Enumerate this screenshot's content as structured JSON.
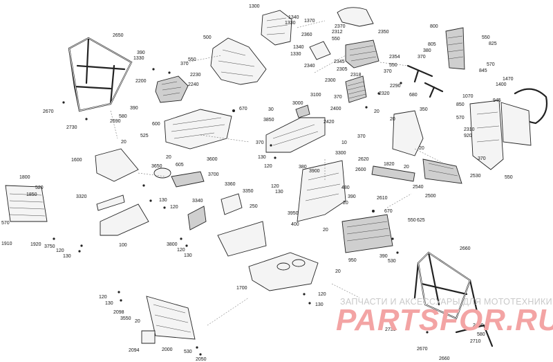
{
  "watermark": {
    "line1": "ЗАПЧАСТИ И АКСЕССУАРЫ ДЛЯ МОТОТЕХНИКИ",
    "line2": "PARTSFOR.RU"
  },
  "callouts": [
    {
      "id": "c1300a",
      "text": "1300"
    },
    {
      "id": "c1340a",
      "text": "1340"
    },
    {
      "id": "c1330a",
      "text": "1330"
    },
    {
      "id": "c1370",
      "text": "1370"
    },
    {
      "id": "c2350",
      "text": "2350"
    },
    {
      "id": "c1340b",
      "text": "1340"
    },
    {
      "id": "c1330b",
      "text": "1330"
    },
    {
      "id": "c500",
      "text": "500"
    },
    {
      "id": "c2650a",
      "text": "2650"
    },
    {
      "id": "c390a",
      "text": "390"
    },
    {
      "id": "c1330c",
      "text": "1330"
    },
    {
      "id": "c550a",
      "text": "550"
    },
    {
      "id": "c370a",
      "text": "370"
    },
    {
      "id": "c2230",
      "text": "2230"
    },
    {
      "id": "c2200",
      "text": "2200"
    },
    {
      "id": "c2240",
      "text": "2240"
    },
    {
      "id": "c2360",
      "text": "2360"
    },
    {
      "id": "c2370",
      "text": "2370"
    },
    {
      "id": "c2312",
      "text": "2312"
    },
    {
      "id": "c550b",
      "text": "550"
    },
    {
      "id": "c2354",
      "text": "2354"
    },
    {
      "id": "c2345",
      "text": "2345"
    },
    {
      "id": "c2305",
      "text": "2305"
    },
    {
      "id": "c2340",
      "text": "2340"
    },
    {
      "id": "c550c",
      "text": "550"
    },
    {
      "id": "c370b",
      "text": "370"
    },
    {
      "id": "c2318",
      "text": "2318"
    },
    {
      "id": "c800",
      "text": "800"
    },
    {
      "id": "c550d",
      "text": "550"
    },
    {
      "id": "c825",
      "text": "825"
    },
    {
      "id": "c805",
      "text": "805"
    },
    {
      "id": "c380a",
      "text": "380"
    },
    {
      "id": "c370c",
      "text": "370"
    },
    {
      "id": "c570a",
      "text": "570"
    },
    {
      "id": "c845",
      "text": "845"
    },
    {
      "id": "c2300",
      "text": "2300"
    },
    {
      "id": "c2290",
      "text": "2290"
    },
    {
      "id": "c2320",
      "text": "2320"
    },
    {
      "id": "c680",
      "text": "680"
    },
    {
      "id": "c1470",
      "text": "1470"
    },
    {
      "id": "c1400",
      "text": "1400"
    },
    {
      "id": "c1070",
      "text": "1070"
    },
    {
      "id": "c945",
      "text": "945"
    },
    {
      "id": "c850",
      "text": "850"
    },
    {
      "id": "c3100",
      "text": "3100"
    },
    {
      "id": "c370d",
      "text": "370"
    },
    {
      "id": "c3000",
      "text": "3000"
    },
    {
      "id": "c2400",
      "text": "2400"
    },
    {
      "id": "c20a",
      "text": "20"
    },
    {
      "id": "c2670a",
      "text": "2670"
    },
    {
      "id": "c580a",
      "text": "580"
    },
    {
      "id": "c390b",
      "text": "390"
    },
    {
      "id": "c2690a",
      "text": "2690"
    },
    {
      "id": "c2730a",
      "text": "2730"
    },
    {
      "id": "c670a",
      "text": "670"
    },
    {
      "id": "c30",
      "text": "30"
    },
    {
      "id": "c3850",
      "text": "3850"
    },
    {
      "id": "c2420",
      "text": "2420"
    },
    {
      "id": "c350",
      "text": "350"
    },
    {
      "id": "c20b",
      "text": "20"
    },
    {
      "id": "c570b",
      "text": "570"
    },
    {
      "id": "c2310",
      "text": "2310"
    },
    {
      "id": "c920",
      "text": "920"
    },
    {
      "id": "c600",
      "text": "600"
    },
    {
      "id": "c525",
      "text": "525"
    },
    {
      "id": "c20c",
      "text": "20"
    },
    {
      "id": "c10",
      "text": "10"
    },
    {
      "id": "c370e",
      "text": "370"
    },
    {
      "id": "c130a",
      "text": "130"
    },
    {
      "id": "c120a",
      "text": "120"
    },
    {
      "id": "c3300",
      "text": "3300"
    },
    {
      "id": "c370f",
      "text": "370"
    },
    {
      "id": "c20d",
      "text": "20"
    },
    {
      "id": "c370g",
      "text": "370"
    },
    {
      "id": "c2530",
      "text": "2530"
    },
    {
      "id": "c550e",
      "text": "550"
    },
    {
      "id": "c1600",
      "text": "1600"
    },
    {
      "id": "c20e",
      "text": "20"
    },
    {
      "id": "c3650",
      "text": "3650"
    },
    {
      "id": "c605",
      "text": "605"
    },
    {
      "id": "c3600",
      "text": "3600"
    },
    {
      "id": "c3700",
      "text": "3700"
    },
    {
      "id": "c380b",
      "text": "380"
    },
    {
      "id": "c3900",
      "text": "3900"
    },
    {
      "id": "c2620",
      "text": "2620"
    },
    {
      "id": "c1820",
      "text": "1820"
    },
    {
      "id": "c20f",
      "text": "20"
    },
    {
      "id": "c2600",
      "text": "2600"
    },
    {
      "id": "c2540",
      "text": "2540"
    },
    {
      "id": "c2500",
      "text": "2500"
    },
    {
      "id": "c1800",
      "text": "1800"
    },
    {
      "id": "c520",
      "text": "520"
    },
    {
      "id": "c1850",
      "text": "1850"
    },
    {
      "id": "c3320",
      "text": "3320"
    },
    {
      "id": "c3360",
      "text": "3360"
    },
    {
      "id": "c3350",
      "text": "3350"
    },
    {
      "id": "c3340",
      "text": "3340"
    },
    {
      "id": "c130b",
      "text": "130"
    },
    {
      "id": "c120b",
      "text": "120"
    },
    {
      "id": "c120c",
      "text": "120"
    },
    {
      "id": "c130c",
      "text": "130"
    },
    {
      "id": "c480",
      "text": "480"
    },
    {
      "id": "c390c",
      "text": "390"
    },
    {
      "id": "c20g",
      "text": "20"
    },
    {
      "id": "c2610",
      "text": "2610"
    },
    {
      "id": "c670b",
      "text": "670"
    },
    {
      "id": "c550f",
      "text": "550"
    },
    {
      "id": "c625",
      "text": "625"
    },
    {
      "id": "c250",
      "text": "250"
    },
    {
      "id": "c3950",
      "text": "3950"
    },
    {
      "id": "c400",
      "text": "400"
    },
    {
      "id": "c20h",
      "text": "20"
    },
    {
      "id": "c570c",
      "text": "570"
    },
    {
      "id": "c1910",
      "text": "1910"
    },
    {
      "id": "c1920",
      "text": "1920"
    },
    {
      "id": "c3750",
      "text": "3750"
    },
    {
      "id": "c120d",
      "text": "120"
    },
    {
      "id": "c130d",
      "text": "130"
    },
    {
      "id": "c100",
      "text": "100"
    },
    {
      "id": "c3800",
      "text": "3800"
    },
    {
      "id": "c120e",
      "text": "120"
    },
    {
      "id": "c130e",
      "text": "130"
    },
    {
      "id": "c950",
      "text": "950"
    },
    {
      "id": "c390d",
      "text": "390"
    },
    {
      "id": "c530a",
      "text": "530"
    },
    {
      "id": "c2660a",
      "text": "2660"
    },
    {
      "id": "c20i",
      "text": "20"
    },
    {
      "id": "c1700",
      "text": "1700"
    },
    {
      "id": "c120f",
      "text": "120"
    },
    {
      "id": "c130f",
      "text": "130"
    },
    {
      "id": "c120g",
      "text": "120"
    },
    {
      "id": "c130g",
      "text": "130"
    },
    {
      "id": "c2098",
      "text": "2098"
    },
    {
      "id": "c3550",
      "text": "3550"
    },
    {
      "id": "c20j",
      "text": "20"
    },
    {
      "id": "c2094",
      "text": "2094"
    },
    {
      "id": "c2000",
      "text": "2000"
    },
    {
      "id": "c530b",
      "text": "530"
    },
    {
      "id": "c2050",
      "text": "2050"
    },
    {
      "id": "c2730b",
      "text": "2730"
    },
    {
      "id": "c2690b",
      "text": "2690"
    },
    {
      "id": "c580b",
      "text": "580"
    },
    {
      "id": "c2670b",
      "text": "2670"
    },
    {
      "id": "c2710",
      "text": "2710"
    },
    {
      "id": "c2660b",
      "text": "2660"
    }
  ]
}
